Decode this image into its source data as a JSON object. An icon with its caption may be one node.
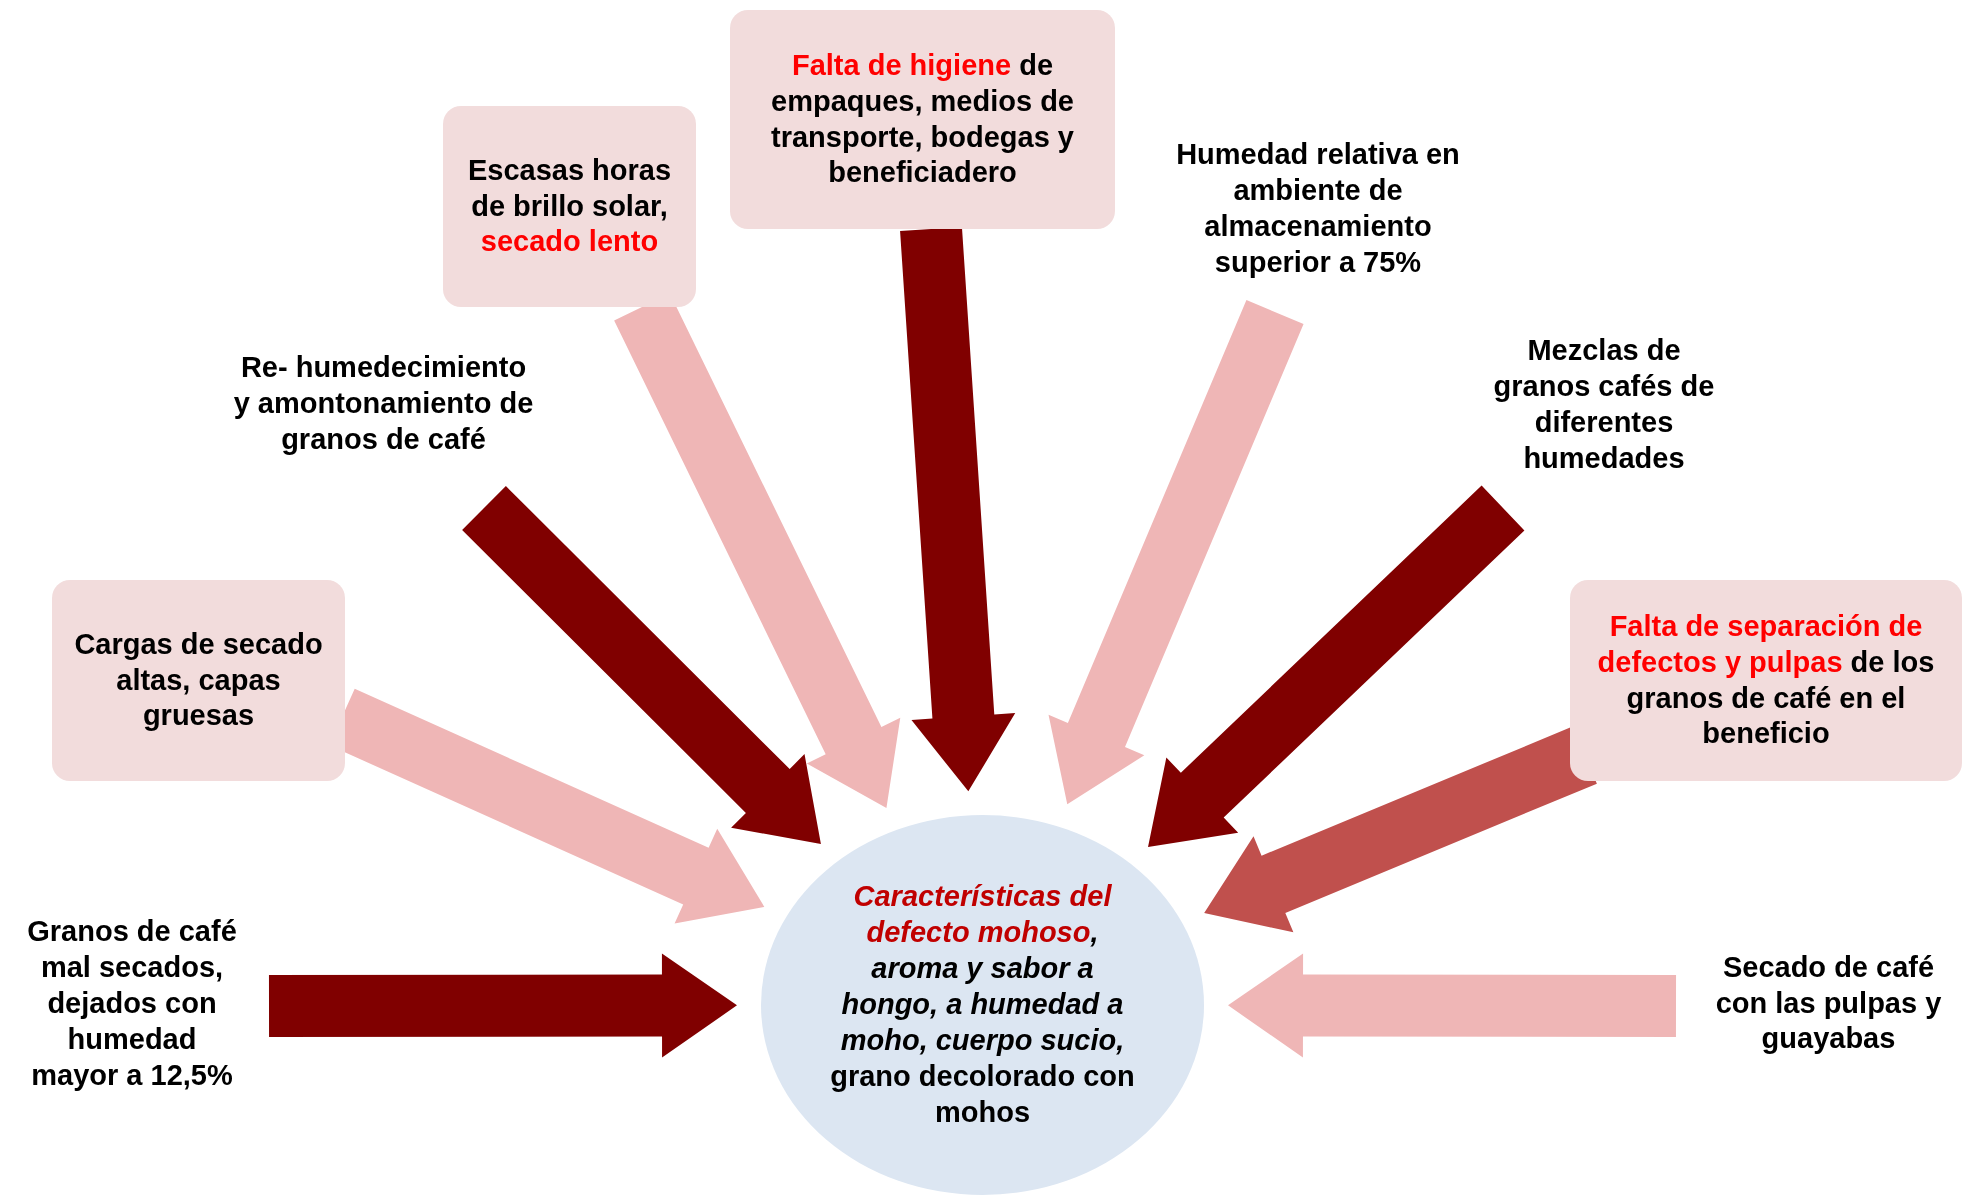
{
  "diagram": {
    "nodes": [
      {
        "text": [
          "Escasas horas de brillo solar,",
          "secado lento"
        ]
      },
      {
        "text": [
          "Falta de higiene",
          "de empaques, medios de transporte, bodegas y beneficiadero"
        ]
      },
      {
        "text": [
          "Humedad relativa en ambiente de almacenamiento superior a 75%"
        ]
      },
      {
        "text": [
          "Re- humedecimiento y amontonamiento de granos de café"
        ]
      },
      {
        "text": [
          "Mezclas",
          "de granos cafés de diferentes humedades"
        ]
      },
      {
        "text": [
          "Cargas de secado altas, capas gruesas"
        ]
      },
      {
        "text": [
          "Falta de separación de defectos y pulpas",
          "de los granos de café en el beneficio"
        ]
      },
      {
        "text": [
          "Granos de café mal secados, dejados con humedad mayor a 12,5%"
        ]
      },
      {
        "text": [
          "Secado de café con las pulpas y guayabas"
        ]
      },
      {
        "text": [
          "*Características del defecto mohoso*",
          "*, aroma y sabor a hongo, a humedad a moho, cuerpo sucio,* grano decolorado con mohos"
        ]
      }
    ],
    "edges": [
      {
        "from": 0,
        "to": 9,
        "arrow": "to",
        "style": "thick",
        "color": "#efb6b6"
      },
      {
        "from": 1,
        "to": 9,
        "arrow": "to",
        "style": "thick",
        "color": "#800000"
      },
      {
        "from": 2,
        "to": 9,
        "arrow": "to",
        "style": "thick",
        "color": "#efb6b6"
      },
      {
        "from": 3,
        "to": 9,
        "arrow": "to",
        "style": "thick",
        "color": "#800000"
      },
      {
        "from": 4,
        "to": 9,
        "arrow": "to",
        "style": "thick",
        "color": "#800000"
      },
      {
        "from": 5,
        "to": 9,
        "arrow": "to",
        "style": "thick",
        "color": "#efb6b6"
      },
      {
        "from": 6,
        "to": 9,
        "arrow": "to",
        "style": "thick",
        "color": "#c0504d"
      },
      {
        "from": 7,
        "to": 9,
        "arrow": "to",
        "style": "thick",
        "color": "#800000"
      },
      {
        "from": 8,
        "to": 9,
        "arrow": "to",
        "style": "thick",
        "color": "#efb6b6"
      }
    ]
  }
}
